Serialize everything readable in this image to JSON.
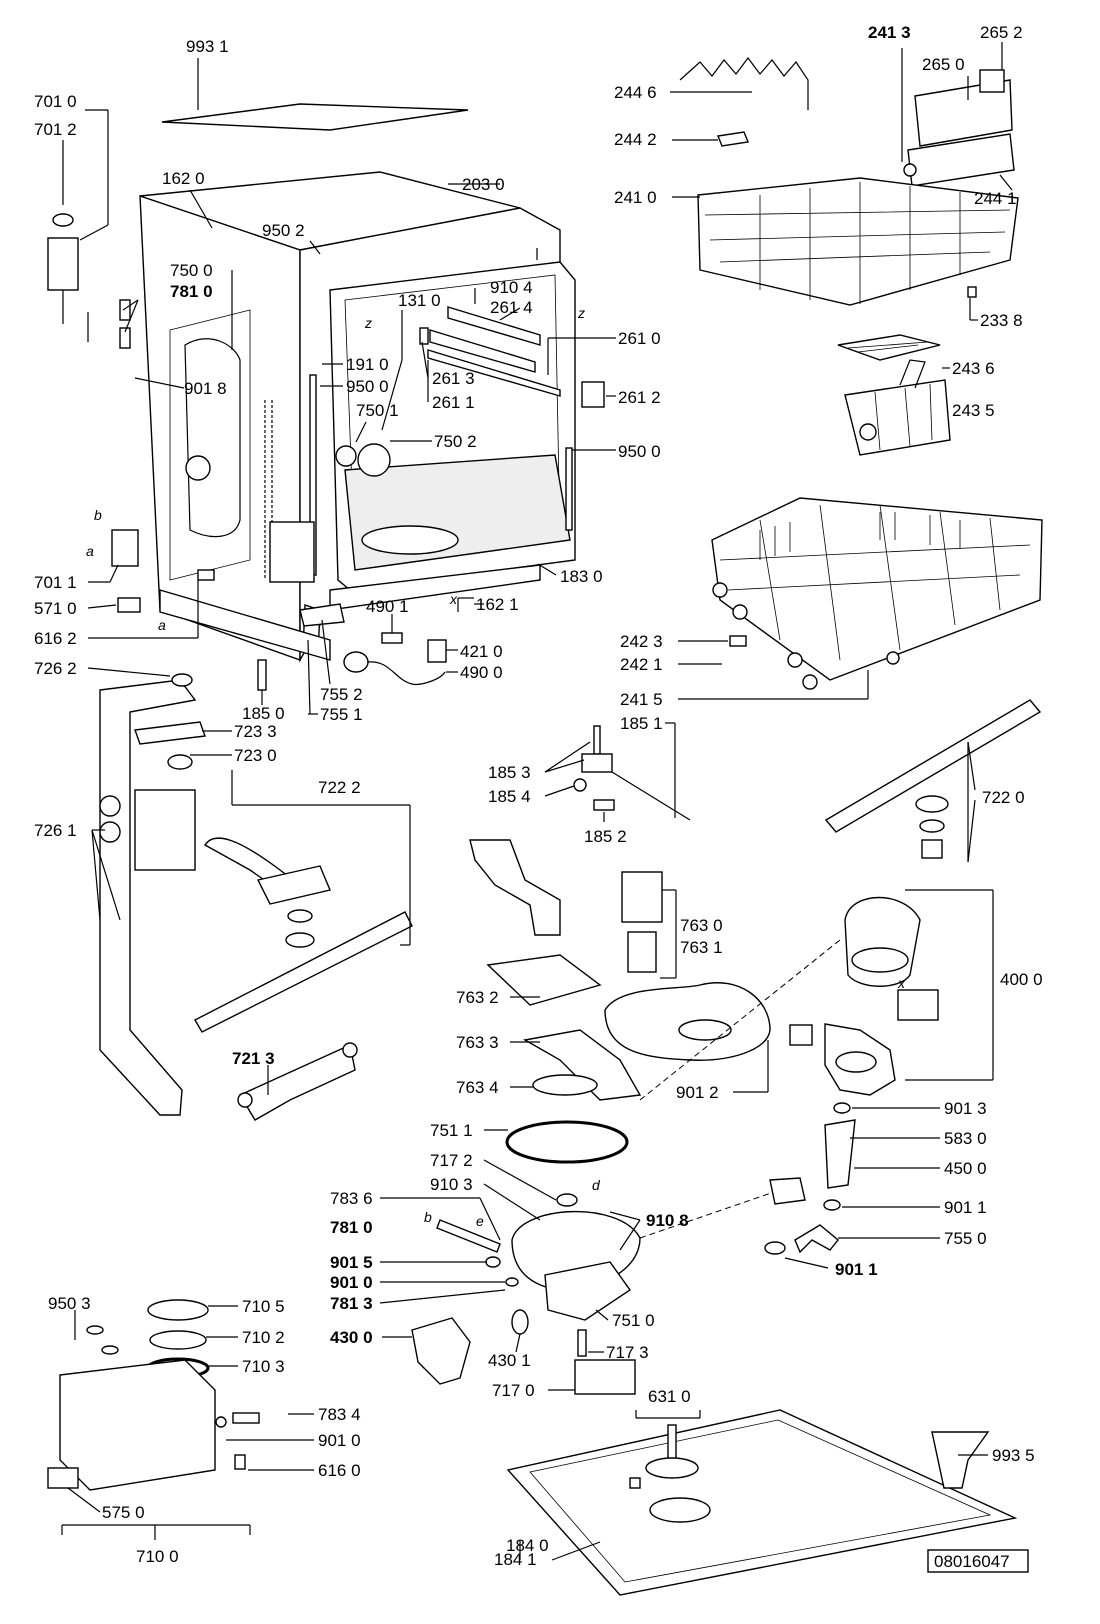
{
  "labels": {
    "l9931": "993 1",
    "l7010": "701 0",
    "l7012": "701 2",
    "l1620": "162 0",
    "l2030": "203 0",
    "l9502": "950 2",
    "l7500": "750 0",
    "l7810a": "781 0",
    "l9018": "901 8",
    "l1310": "131 0",
    "l9104": "910 4",
    "l2614": "261 4",
    "l1910": "191 0",
    "l9500a": "950 0",
    "l2613": "261 3",
    "l2611": "261 1",
    "l7501": "750 1",
    "l7502": "750 2",
    "l2610": "261 0",
    "l2612": "261 2",
    "l9500b": "950 0",
    "l1830": "183 0",
    "l7011": "701 1",
    "l5710": "571 0",
    "l6162": "616 2",
    "l4901": "490 1",
    "l4210": "421 0",
    "l4900": "490 0",
    "l1621": "162 1",
    "l7262": "726 2",
    "l1850": "185 0",
    "l7552": "755 2",
    "l7551": "755 1",
    "l7233": "723 3",
    "l7230": "723 0",
    "l7222": "722 2",
    "l7261": "726 1",
    "l2413": "241 3",
    "l2652": "265 2",
    "l2650": "265 0",
    "l2446": "244 6",
    "l2442": "244 2",
    "l2410": "241 0",
    "l2441": "244 1",
    "l2338": "233 8",
    "l2436": "243 6",
    "l2435": "243 5",
    "l2423": "242 3",
    "l2421": "242 1",
    "l2415": "241 5",
    "l1851": "185 1",
    "l1853": "185 3",
    "l1854": "185 4",
    "l1852": "185 2",
    "l7220": "722 0",
    "l7630": "763 0",
    "l7631": "763 1",
    "l4000": "400 0",
    "l7632": "763 2",
    "l7633": "763 3",
    "l7634": "763 4",
    "l9012": "901 2",
    "l7213": "721 3",
    "l7511": "751 1",
    "l9013": "901 3",
    "l5830": "583 0",
    "l7172": "717 2",
    "l4500": "450 0",
    "l9103": "910 3",
    "l7836": "783 6",
    "l9108": "910 8",
    "l9011a": "901 1",
    "l7810b": "781 0",
    "l7550": "755 0",
    "l9015": "901 5",
    "l9010a": "901 0",
    "l9011b": "901 1",
    "l7813": "781 3",
    "l7510": "751 0",
    "l9503": "950 3",
    "l7105": "710 5",
    "l4300": "430 0",
    "l4301": "430 1",
    "l7173": "717 3",
    "l7102": "710 2",
    "l7103": "710 3",
    "l7170": "717 0",
    "l6310": "631 0",
    "l7834": "783 4",
    "l9010b": "901 0",
    "l6160": "616 0",
    "l9935": "993 5",
    "l5750": "575 0",
    "l7100": "710 0",
    "l1841": "184 1",
    "l1840": "184 0"
  },
  "letters": {
    "z1": "z",
    "z2": "z",
    "x1": "x",
    "x2": "x",
    "a1": "a",
    "a2": "a",
    "b1": "b",
    "b2": "b",
    "d1": "d",
    "e1": "e"
  },
  "doc_number": "08016047"
}
